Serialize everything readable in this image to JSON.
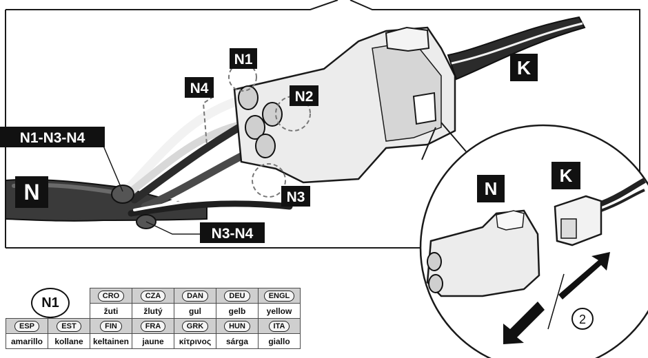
{
  "labels": {
    "n1": "N1",
    "n2": "N2",
    "n3": "N3",
    "n4": "N4",
    "k_main": "K",
    "n1_n3_n4": "N1-N3-N4",
    "n_main": "N",
    "n3_n4": "N3-N4",
    "inset_n": "N",
    "inset_k": "K",
    "step_number": "2"
  },
  "colors": {
    "label_bg": "#111111",
    "label_text": "#ffffff",
    "line_art": "#1a1a1a",
    "connector_fill": "#e8e8e8",
    "cable_dark": "#2e2e2e"
  },
  "wire_table": {
    "wire_id": "N1",
    "rows": [
      {
        "codes": [
          "CRO",
          "CZA",
          "DAN",
          "DEU",
          "ENGL"
        ],
        "names": [
          "žuti",
          "žlutý",
          "gul",
          "gelb",
          "yellow"
        ]
      },
      {
        "codes": [
          "ESP",
          "EST",
          "FIN",
          "FRA",
          "GRK",
          "HUN",
          "ITA"
        ],
        "names": [
          "amarillo",
          "kollane",
          "keltainen",
          "jaune",
          "κίτρινος",
          "sárga",
          "giallo"
        ]
      }
    ]
  }
}
